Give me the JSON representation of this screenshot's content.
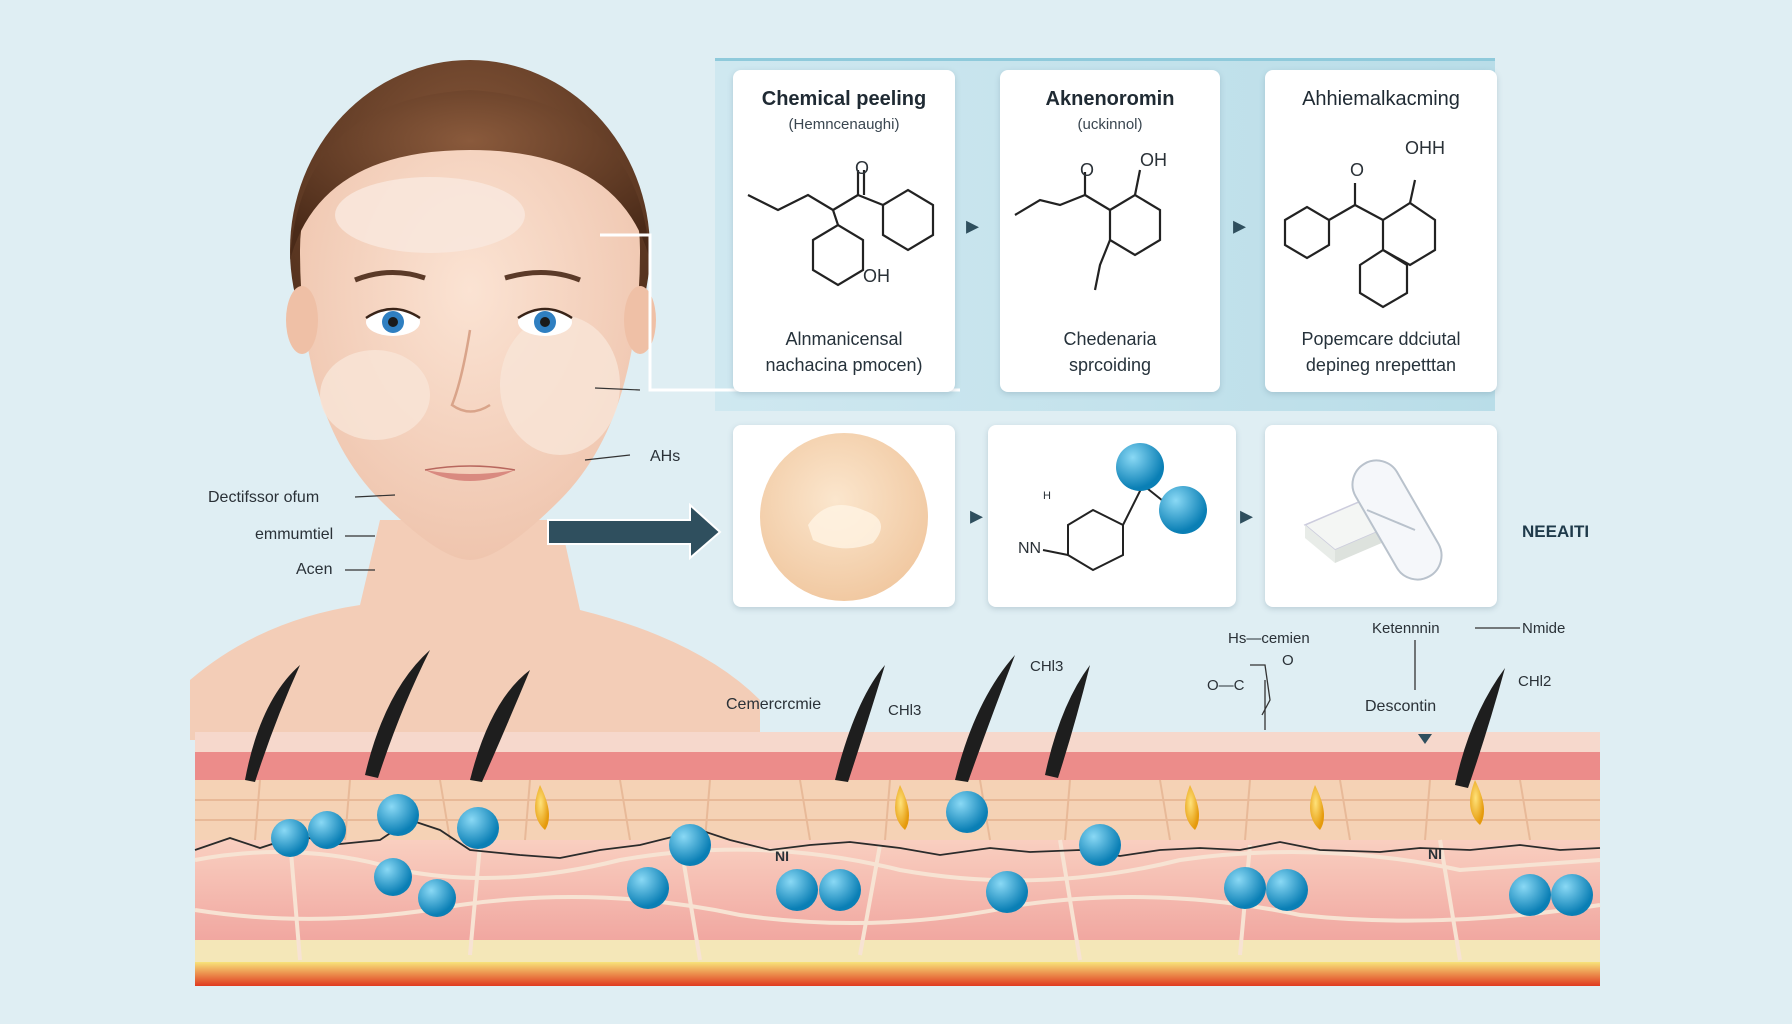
{
  "panels_top": [
    {
      "title": "Chemical peeling",
      "subtitle": "(Hemncenaughi)",
      "caption_line1": "Alnmanicensal",
      "caption_line2": "nachacina pmocen)",
      "substituent": "OH",
      "ketone": "O"
    },
    {
      "title": "Aknenoromin",
      "subtitle": "(uckinnol)",
      "caption_line1": "Chedenaria",
      "caption_line2": "sprcoiding",
      "substituent": "OH",
      "ketone": "O"
    },
    {
      "title": "Ahhiemalkacming",
      "subtitle": "",
      "caption_line1": "Popemcare ddciutal",
      "caption_line2": "depineg nrepetttan",
      "substituent": "OHH",
      "ketone": "O"
    }
  ],
  "face_labels": {
    "ahs": "AHs",
    "left1": "Dectifssor ofum",
    "left2": "emmumtiel",
    "left3": "Acen"
  },
  "middle_row": {
    "molecule_label_n": "NN",
    "molecule_label_h": "H",
    "side_label": "NEEAITI"
  },
  "skin_labels": {
    "cemercme": "Cemercrcmie",
    "ch3_a": "CHl3",
    "ch3_b": "CHl3",
    "hs_cemien": "Hs—cemien",
    "o_c": "O—C",
    "o_top": "O",
    "ketennin": "Ketennnin",
    "nmide": "Nmide",
    "descontin": "Descontin",
    "ch2": "CHl2",
    "ni_left": "NI",
    "ni_right": "NI"
  },
  "colors": {
    "background": "#dfeef3",
    "panel_band": "#b9dde8",
    "arrow": "#2f4f5e",
    "sphere_blue": "#1a9fd0",
    "gland_gold": "#f0b21c",
    "dermis_pink": "#f2a2a0",
    "fat_yellow": "#f6d76a"
  }
}
